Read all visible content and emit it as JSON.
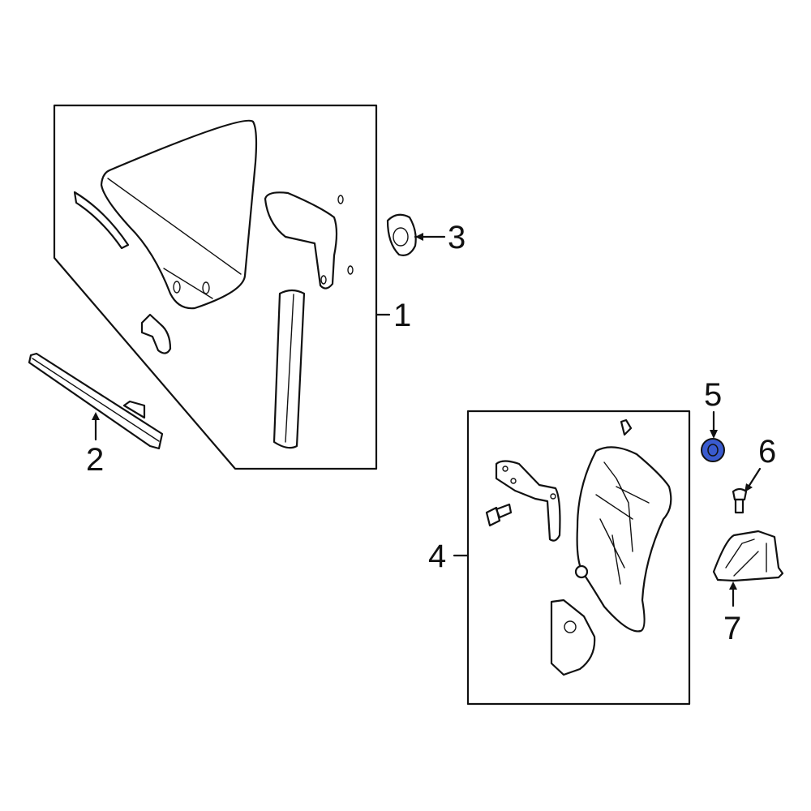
{
  "diagram": {
    "type": "exploded parts diagram",
    "callouts": [
      {
        "number": "1",
        "part": "window-glass-assembly-group"
      },
      {
        "number": "2",
        "part": "lower-molding"
      },
      {
        "number": "3",
        "part": "grommet"
      },
      {
        "number": "4",
        "part": "regulator-assembly-group"
      },
      {
        "number": "5",
        "part": "grommet-highlighted"
      },
      {
        "number": "6",
        "part": "screw"
      },
      {
        "number": "7",
        "part": "bracket"
      }
    ],
    "highlight_color": "#3a5bcf",
    "line_color": "#111111",
    "background": "#ffffff"
  }
}
